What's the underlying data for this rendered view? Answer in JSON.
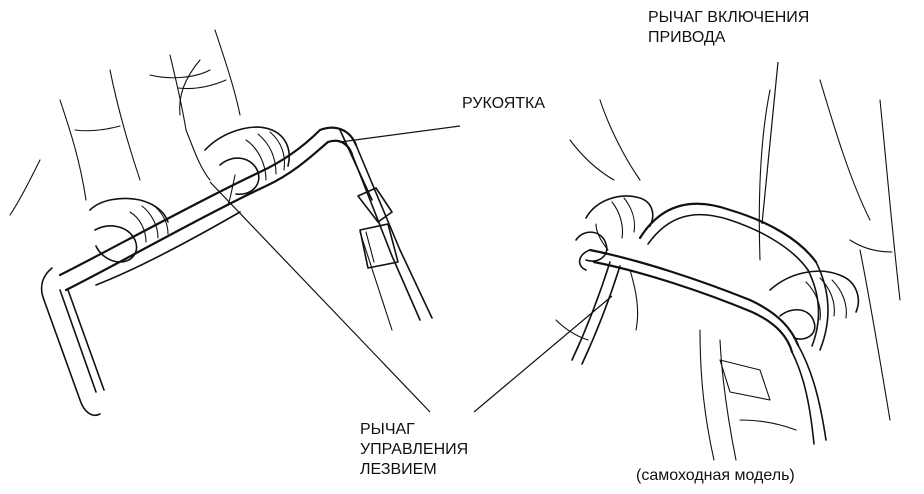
{
  "labels": {
    "drive_lever_line1": "РЫЧАГ ВКЛЮЧЕНИЯ",
    "drive_lever_line2": "ПРИВОДА",
    "handle": "РУКОЯТКА",
    "blade_lever_line1": "РЫЧАГ",
    "blade_lever_line2": "УПРАВЛЕНИЯ",
    "blade_lever_line3": "ЛЕЗВИЕМ",
    "caption": "(самоходная модель)"
  }
}
